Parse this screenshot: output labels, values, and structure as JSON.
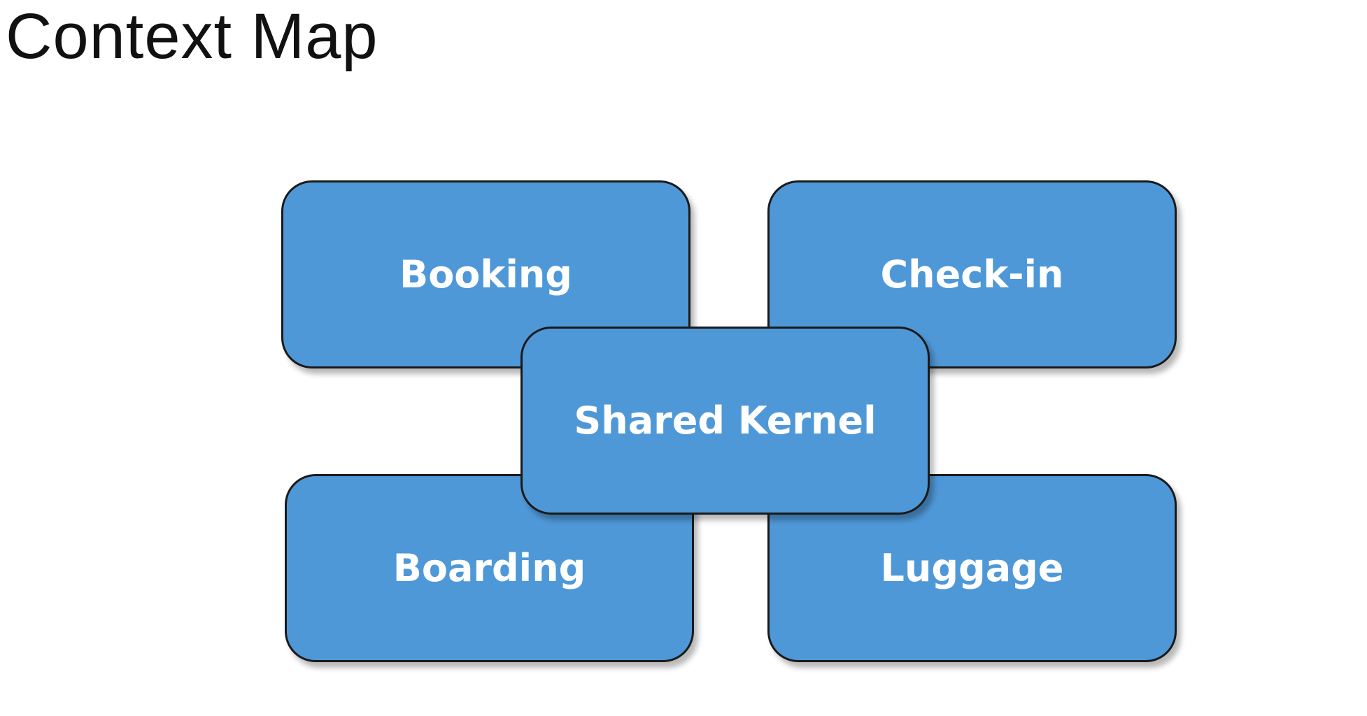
{
  "title": "Context Map",
  "colors": {
    "box_fill": "#4f98d8",
    "box_border": "#1a1a1a",
    "box_text": "#ffffff",
    "title_text": "#111111"
  },
  "contexts": {
    "booking": "Booking",
    "checkin": "Check-in",
    "boarding": "Boarding",
    "luggage": "Luggage",
    "shared_kernel": "Shared Kernel"
  }
}
